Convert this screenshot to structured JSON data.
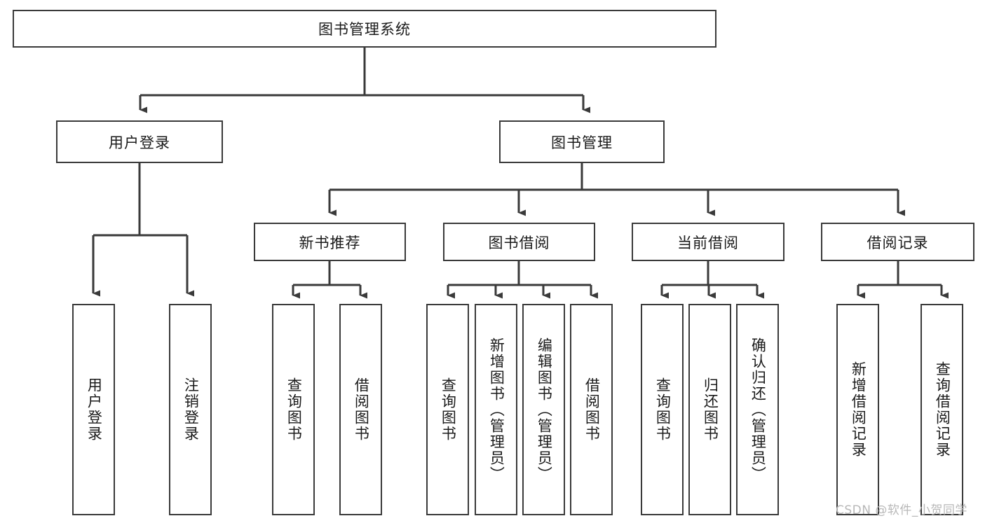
{
  "diagram": {
    "type": "tree-hierarchy-chart",
    "title": "图书管理系统",
    "root": {
      "label": "图书管理系统"
    },
    "level2": [
      {
        "label": "用户登录"
      },
      {
        "label": "图书管理"
      }
    ],
    "level3": [
      {
        "label": "新书推荐"
      },
      {
        "label": "图书借阅"
      },
      {
        "label": "当前借阅"
      },
      {
        "label": "借阅记录"
      }
    ],
    "leaves": {
      "user_login": [
        {
          "label": "用户登录"
        },
        {
          "label": "注销登录"
        }
      ],
      "new_book_recommend": [
        {
          "label": "查询图书"
        },
        {
          "label": "借阅图书"
        }
      ],
      "book_borrow": [
        {
          "label": "查询图书"
        },
        {
          "label": "新增图书（管理员）"
        },
        {
          "label": "编辑图书（管理员）"
        },
        {
          "label": "借阅图书"
        }
      ],
      "current_borrow": [
        {
          "label": "查询图书"
        },
        {
          "label": "归还图书"
        },
        {
          "label": "确认归还（管理员）"
        }
      ],
      "borrow_record": [
        {
          "label": "新增借阅记录"
        },
        {
          "label": "查询借阅记录"
        }
      ]
    }
  },
  "watermark": {
    "text": "CSDN @软件_小贺同学"
  },
  "colors": {
    "background": "#ffffff",
    "box_border": "#3a3a3a",
    "box_fill": "#ffffff",
    "text": "#1a1a1a",
    "connector": "#3a3a3a",
    "watermark": "#b8b8b8"
  }
}
